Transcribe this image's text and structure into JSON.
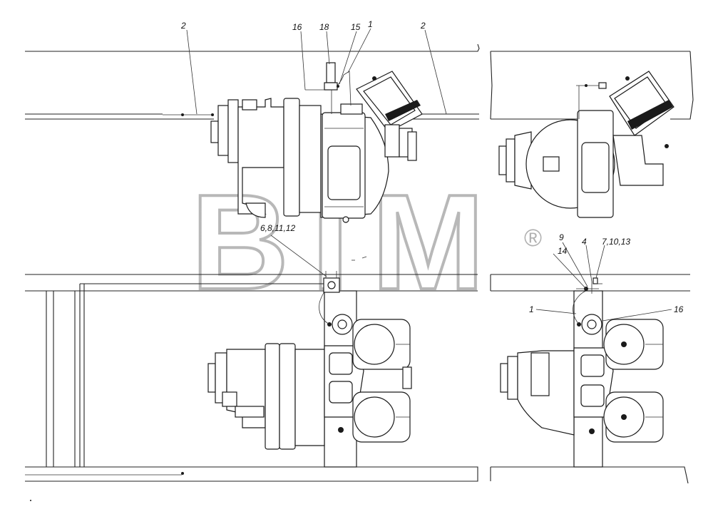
{
  "callouts": {
    "c2_left": "2",
    "c16_top": "16",
    "c18": "18",
    "c15": "15",
    "c1_top": "1",
    "c2_right": "2",
    "c6_8_11_12": "6,8,11,12",
    "c9": "9",
    "c14": "14",
    "c4": "4",
    "c7_10_13": "7,10,13",
    "c1_bottom": "1",
    "c16_bottom": "16"
  },
  "watermark": {
    "text": "BTM",
    "mark": "®"
  }
}
